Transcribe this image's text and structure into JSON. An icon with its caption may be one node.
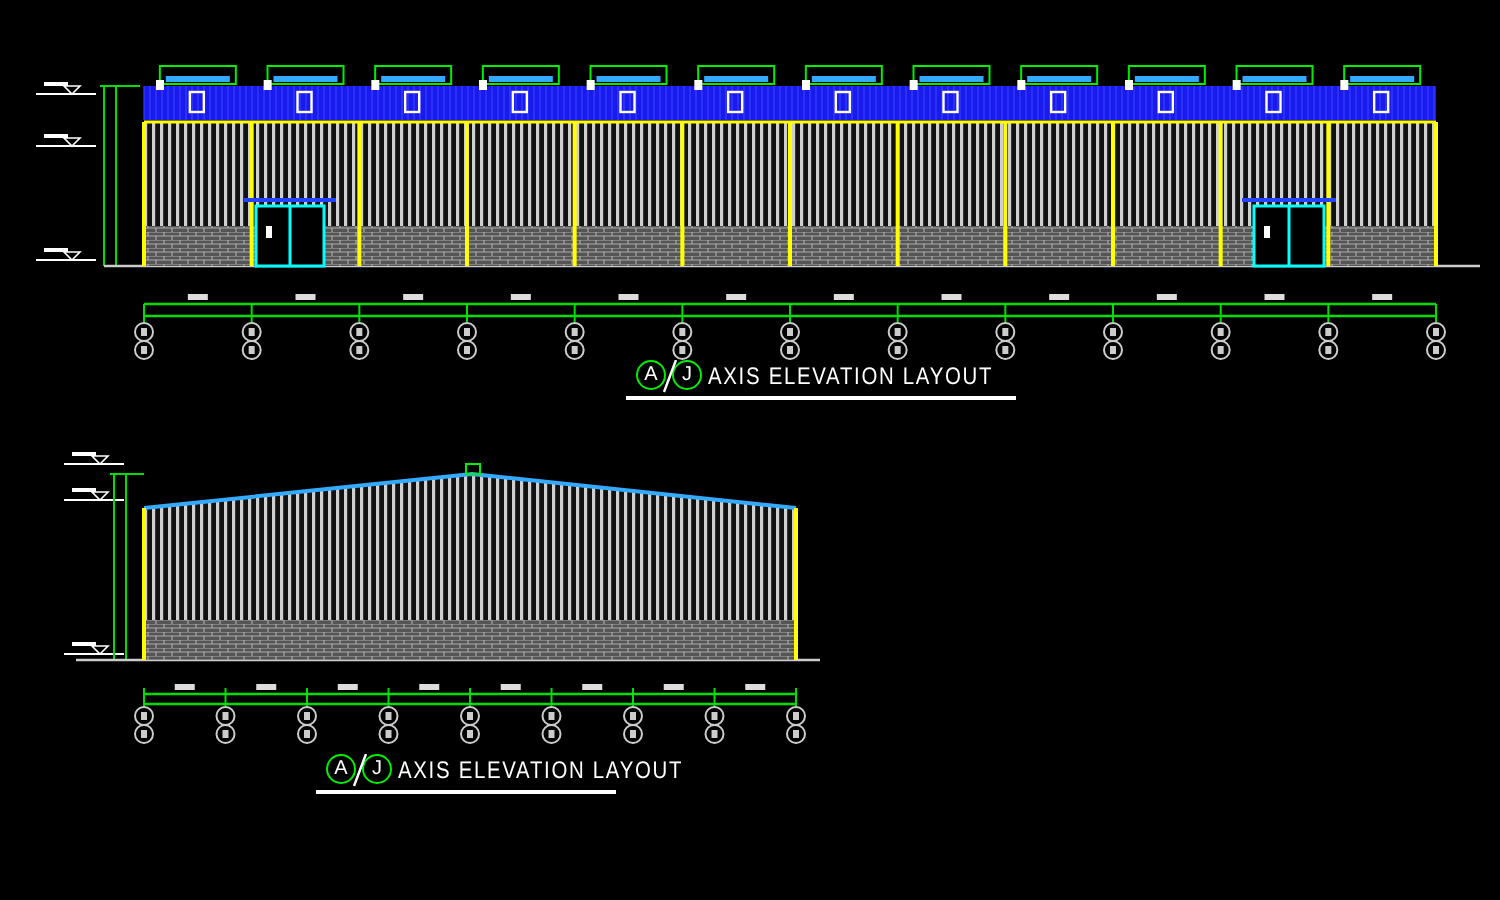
{
  "diagram": {
    "labels": [
      "A",
      "J",
      "AXIS ELEVATION LAYOUT",
      "A",
      "J",
      "AXIS ELEVATION LAYOUT"
    ]
  }
}
